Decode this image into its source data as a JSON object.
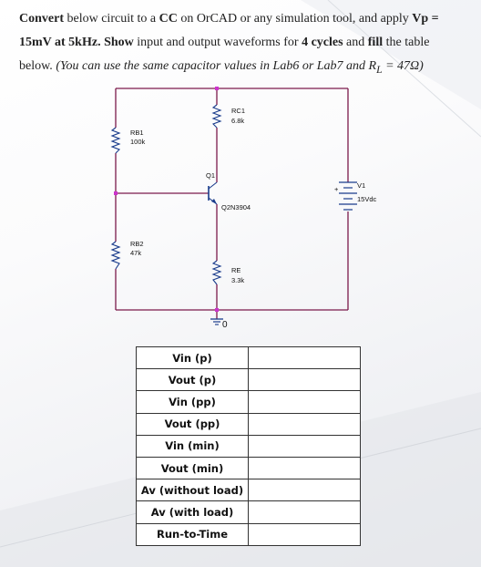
{
  "instructions": {
    "t1": "Convert",
    "t2": " below circuit to a ",
    "t3": "CC",
    "t4": " on OrCAD or any simulation tool, and apply ",
    "t5": "Vp =",
    "t6": "15mV at 5kHz.",
    "t7": " ",
    "t8": "Show",
    "t9": " input and output waveforms for ",
    "t10": "4 cycles",
    "t11": " and ",
    "t12": "fill",
    "t13": " the table",
    "t14": "below.",
    "t15": " ",
    "t16": "(You can use the same capacitor values in Lab6 or Lab7 and R",
    "t17": "L",
    "t18": " = 47Ω)"
  },
  "circuit": {
    "rb1": {
      "name": "RB1",
      "value": "100k"
    },
    "rb2": {
      "name": "RB2",
      "value": "47k"
    },
    "rc1": {
      "name": "RC1",
      "value": "6.8k"
    },
    "re": {
      "name": "RE",
      "value": "3.3k"
    },
    "q1": {
      "name": "Q1",
      "model": "Q2N3904"
    },
    "v1": {
      "name": "V1",
      "value": "15Vdc"
    },
    "ground": "0",
    "colors": {
      "wire": "#7b1a4b",
      "component": "#1a3c8c",
      "node": "#cc33cc"
    }
  },
  "table": {
    "rows": [
      {
        "label": "Vin (p)"
      },
      {
        "label": "Vout (p)"
      },
      {
        "label": "Vin (pp)"
      },
      {
        "label": "Vout (pp)"
      },
      {
        "label": "Vin (min)"
      },
      {
        "label": "Vout (min)"
      },
      {
        "label": "Av (without load)"
      },
      {
        "label": "Av (with load)"
      },
      {
        "label": "Run-to-Time"
      }
    ]
  }
}
